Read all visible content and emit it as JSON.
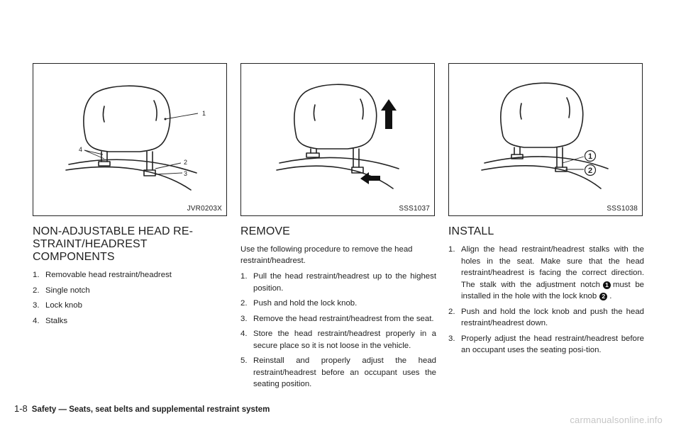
{
  "figures": [
    {
      "code": "JVR0203X",
      "callouts": [
        "1",
        "2",
        "3",
        "4"
      ]
    },
    {
      "code": "SSS1037"
    },
    {
      "code": "SSS1038",
      "callouts": [
        "1",
        "2"
      ]
    }
  ],
  "columns": [
    {
      "heading": "NON-ADJUSTABLE HEAD RE-\nSTRAINT/HEADREST COMPONENTS",
      "items": [
        {
          "num": "1.",
          "text": "Removable head restraint/headrest"
        },
        {
          "num": "2.",
          "text": "Single notch"
        },
        {
          "num": "3.",
          "text": "Lock knob"
        },
        {
          "num": "4.",
          "text": "Stalks"
        }
      ]
    },
    {
      "heading": "REMOVE",
      "intro": "Use the following procedure to remove the head restraint/headrest.",
      "items": [
        {
          "num": "1.",
          "text": "Pull the head restraint/headrest up to the highest position."
        },
        {
          "num": "2.",
          "text": "Push and hold the lock knob."
        },
        {
          "num": "3.",
          "text": "Remove the head restraint/headrest from the seat."
        },
        {
          "num": "4.",
          "text": "Store the head restraint/headrest properly in a secure place so it is not loose in the vehicle."
        },
        {
          "num": "5.",
          "text": "Reinstall and properly adjust the head restraint/headrest before an occupant uses the seating position."
        }
      ]
    },
    {
      "heading": "INSTALL",
      "items": [
        {
          "num": "1.",
          "text_a": "Align the head restraint/headrest stalks with the holes in the seat. Make sure that the head restraint/headrest is facing the correct direction. The stalk with the adjustment notch",
          "ref1": "1",
          "text_b": "must be installed in the hole with the lock knob",
          "ref2": "2",
          "text_c": "."
        },
        {
          "num": "2.",
          "text": "Push and hold the lock knob and push the head restraint/headrest down."
        },
        {
          "num": "3.",
          "text": "Properly adjust the head restraint/headrest before an occupant uses the seating posi-tion."
        }
      ]
    }
  ],
  "footer": {
    "page_number": "1-8",
    "section_title": "Safety — Seats, seat belts and supplemental restraint system"
  },
  "watermark": "carmanualsonline.info"
}
